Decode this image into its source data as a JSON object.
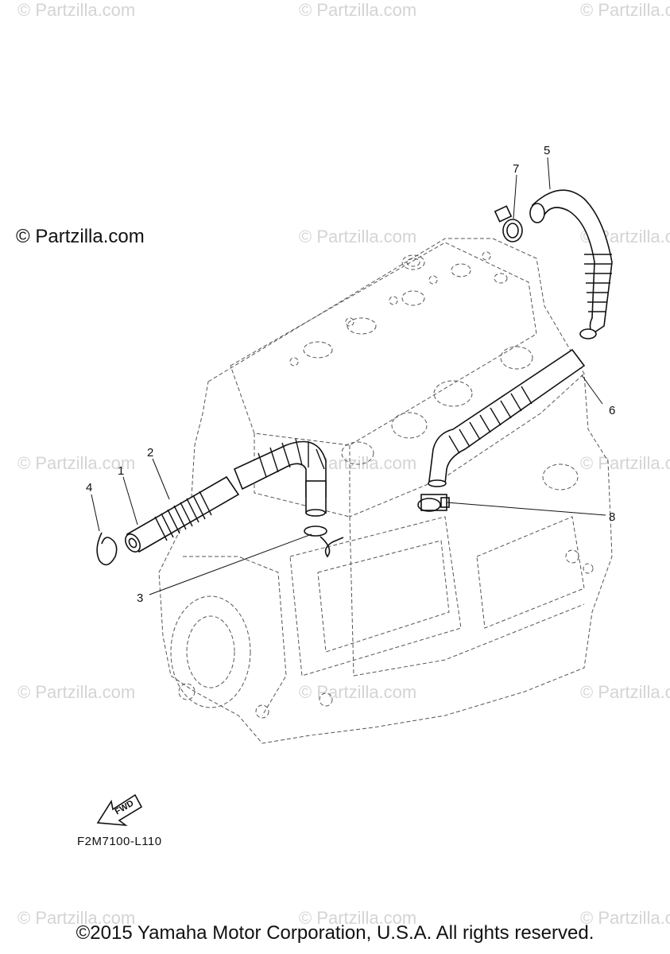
{
  "watermark_text": "© Partzilla.com",
  "brand_text": "© Partzilla.com",
  "callouts": [
    "1",
    "2",
    "3",
    "4",
    "5",
    "6",
    "7",
    "8"
  ],
  "fwd_label": "FWD",
  "diagram_code": "F2M7100-L110",
  "copyright": "©2015 Yamaha Motor Corporation, U.S.A. All rights reserved."
}
